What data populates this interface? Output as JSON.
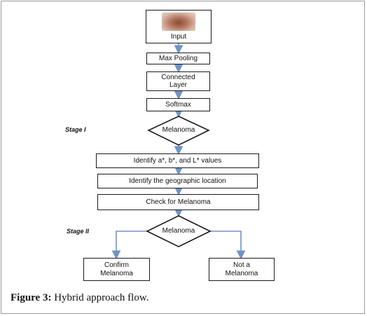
{
  "nodes": {
    "input": "Input",
    "max_pooling": "Max Pooling",
    "connected_layer_line1": "Connected",
    "connected_layer_line2": "Layer",
    "softmax": "Softmax",
    "melanoma_1": "Melanoma",
    "identify_values": "Identify a*, b*, and L* values",
    "identify_location": "Identify the geographic location",
    "check_melanoma": "Check for Melanoma",
    "melanoma_2": "Melanoma",
    "confirm_line1": "Confirm",
    "confirm_line2": "Melanoma",
    "not_line1": "Not a",
    "not_line2": "Melanoma"
  },
  "stages": {
    "stage1": "Stage I",
    "stage2": "Stage II"
  },
  "caption": {
    "label": "Figure 3:",
    "text": "Hybrid approach flow."
  },
  "colors": {
    "arrow": "#6f93c7",
    "border": "#1a1a1a"
  }
}
